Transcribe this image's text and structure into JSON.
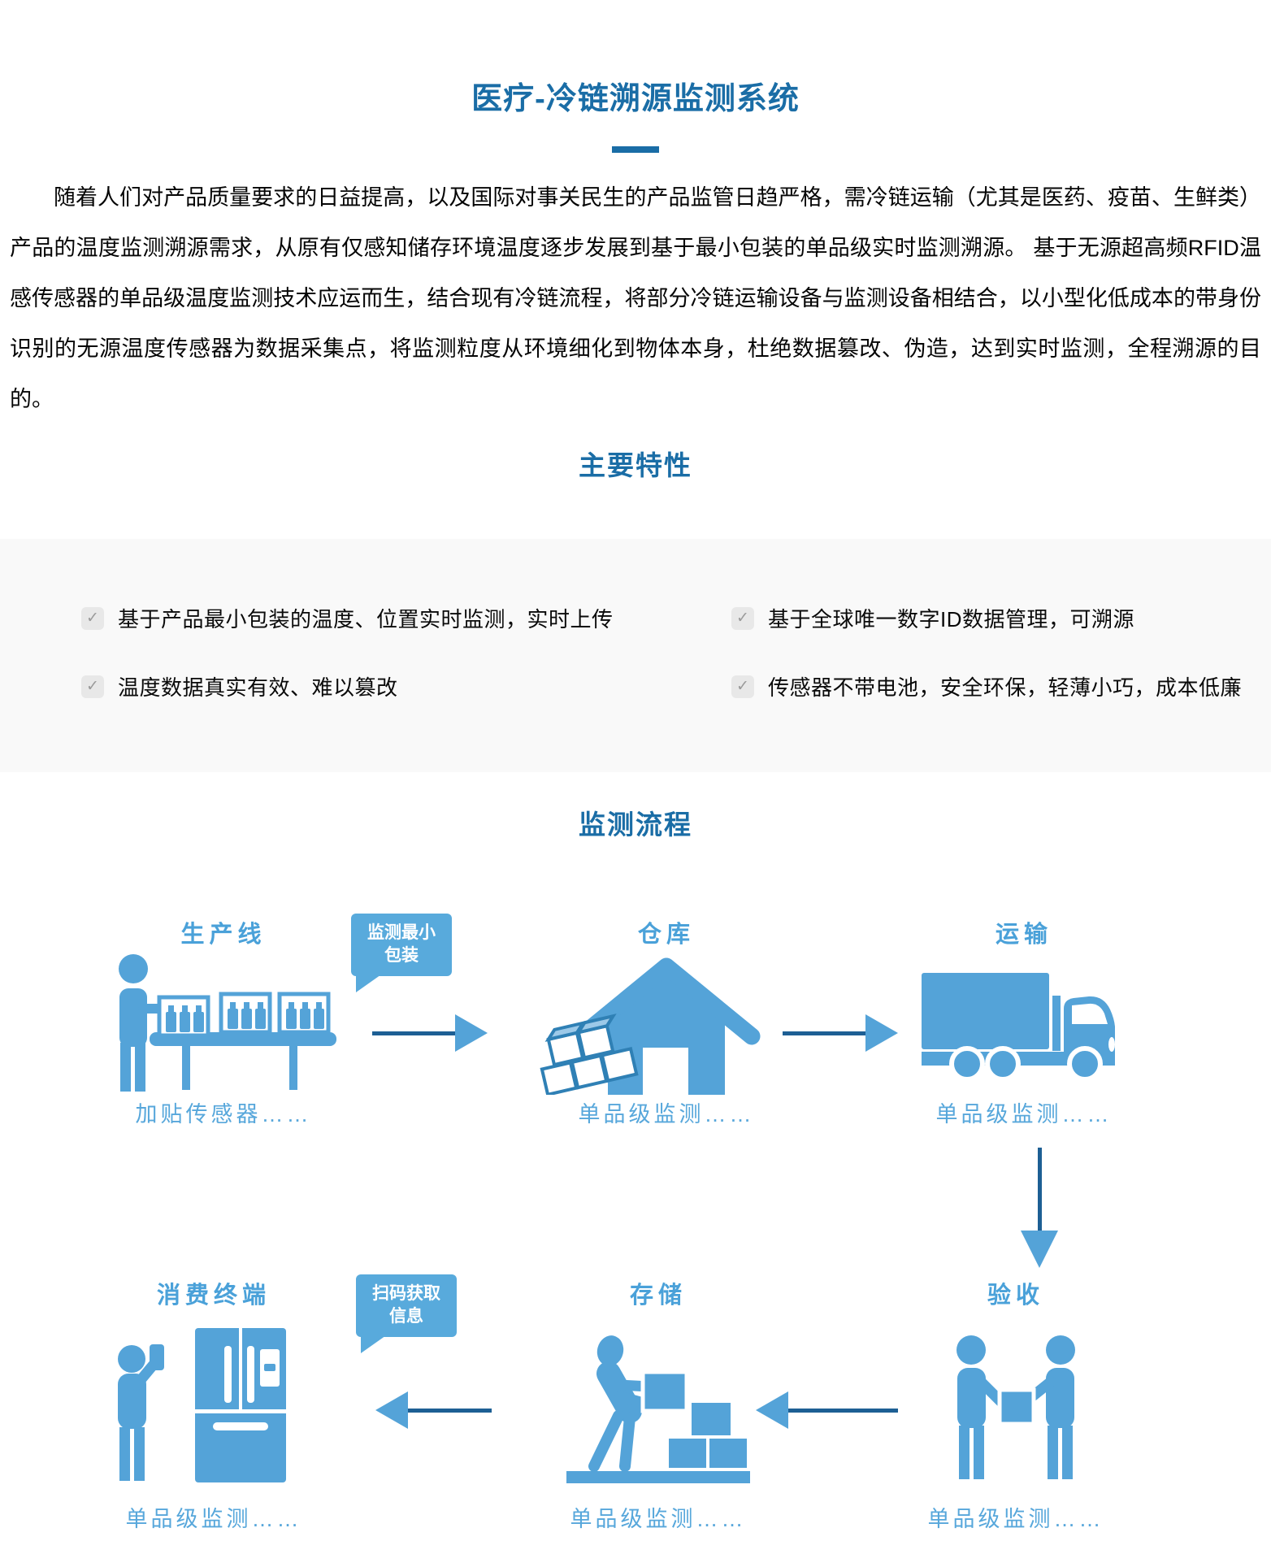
{
  "page": {
    "title": "医疗-冷链溯源监测系统",
    "intro": "随着人们对产品质量要求的日益提高，以及国际对事关民生的产品监管日趋严格，需冷链运输（尤其是医药、疫苗、生鲜类）产品的温度监测溯源需求，从原有仅感知储存环境温度逐步发展到基于最小包装的单品级实时监测溯源。 基于无源超高频RFID温感传感器的单品级温度监测技术应运而生，结合现有冷链流程，将部分冷链运输设备与监测设备相结合，以小型化低成本的带身份识别的无源温度传感器为数据采集点，将监测粒度从环境细化到物体本身，杜绝数据篡改、伪造，达到实时监测，全程溯源的目的。"
  },
  "sections": {
    "features_heading": "主要特性",
    "process_heading": "监测流程"
  },
  "features": {
    "check_glyph": "✓",
    "items": [
      "基于产品最小包装的温度、位置实时监测，实时上传",
      "基于全球唯一数字ID数据管理，可溯源",
      "温度数据真实有效、难以篡改",
      "传感器不带电池，安全环保，轻薄小巧，成本低廉"
    ]
  },
  "process": {
    "steps": [
      {
        "title": "生产线",
        "caption": "加贴传感器……",
        "bubble": "监测最小包装",
        "icon": "person-conveyor-icon"
      },
      {
        "title": "仓库",
        "caption": "单品级监测……",
        "icon": "warehouse-icon"
      },
      {
        "title": "运输",
        "caption": "单品级监测……",
        "icon": "truck-icon"
      },
      {
        "title": "验收",
        "caption": "单品级监测……",
        "icon": "handover-icon"
      },
      {
        "title": "存储",
        "caption": "单品级监测……",
        "icon": "stacking-boxes-icon"
      },
      {
        "title": "消费终端",
        "caption": "单品级监测……",
        "bubble": "扫码获取信息",
        "icon": "person-fridge-icon"
      }
    ]
  },
  "colors": {
    "heading_blue": "#1a6da6",
    "diagram_blue": "#54a3d8",
    "bubble_blue": "#58aadc",
    "arrow_line_dark": "#1d5f94",
    "arrow_head_light": "#54a3d8",
    "band_gray": "#f9f9f9",
    "check_bg": "#e8e8e8",
    "check_mark": "#9a9a9a"
  }
}
